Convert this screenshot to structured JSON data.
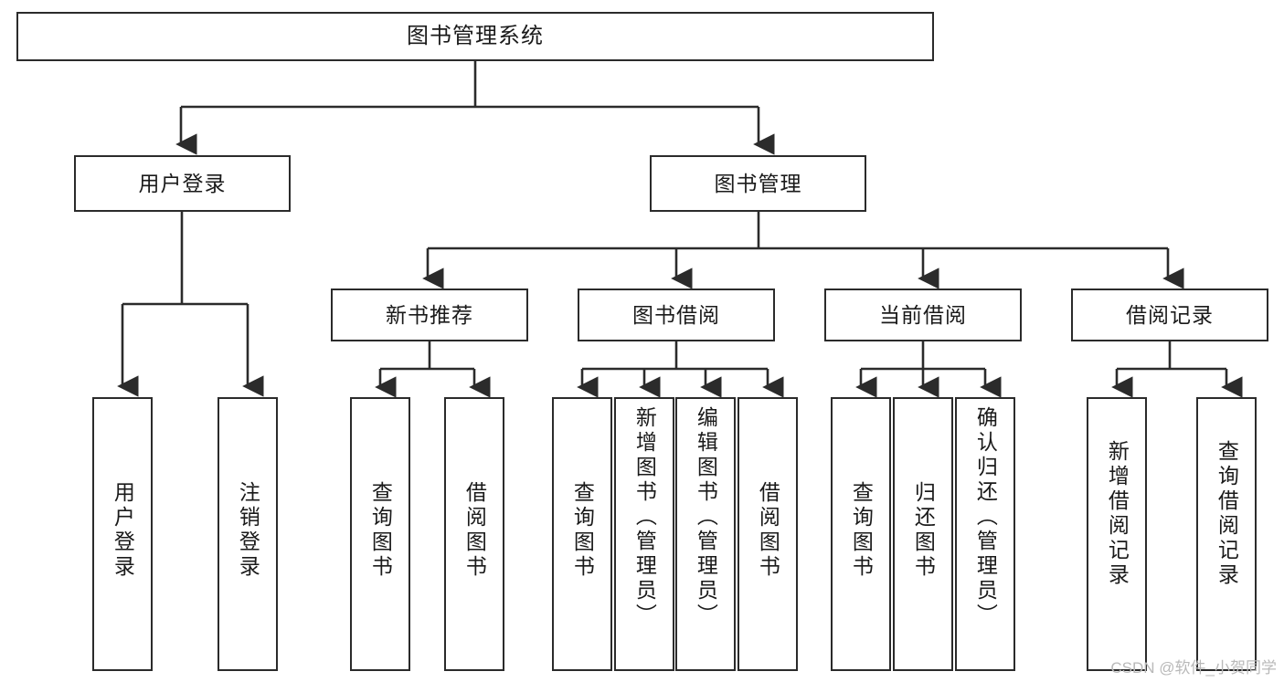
{
  "diagram": {
    "type": "tree-hierarchy",
    "title": "图书管理系统",
    "watermark": "CSDN @软件_小贺同学",
    "colors": {
      "box_border": "#2b2b2b",
      "box_fill": "#ffffff",
      "connector": "#2b2b2b",
      "text": "#1a1a1a",
      "watermark": "#b9b9b9"
    },
    "nodes": {
      "root": {
        "label": "图书管理系统"
      },
      "level2": [
        {
          "id": "user-login",
          "label": "用户登录"
        },
        {
          "id": "book-manage",
          "label": "图书管理"
        }
      ],
      "level3": [
        {
          "id": "new-book-recommend",
          "label": "新书推荐"
        },
        {
          "id": "book-borrow",
          "label": "图书借阅"
        },
        {
          "id": "current-borrow",
          "label": "当前借阅"
        },
        {
          "id": "borrow-record",
          "label": "借阅记录"
        }
      ],
      "leaves": [
        {
          "id": "leaf-user-login",
          "label": "用户登录"
        },
        {
          "id": "leaf-logout-login",
          "label": "注销登录"
        },
        {
          "id": "leaf-query-book-1",
          "label": "查询图书"
        },
        {
          "id": "leaf-borrow-book-1",
          "label": "借阅图书"
        },
        {
          "id": "leaf-query-book-2",
          "label": "查询图书"
        },
        {
          "id": "leaf-add-book",
          "label": "新增图书（管理员）"
        },
        {
          "id": "leaf-edit-book",
          "label": "编辑图书（管理员）"
        },
        {
          "id": "leaf-borrow-book-2",
          "label": "借阅图书"
        },
        {
          "id": "leaf-query-book-3",
          "label": "查询图书"
        },
        {
          "id": "leaf-return-book",
          "label": "归还图书"
        },
        {
          "id": "leaf-confirm-return",
          "label": "确认归还（管理员）"
        },
        {
          "id": "leaf-add-borrow-record",
          "label": "新增借阅记录"
        },
        {
          "id": "leaf-query-borrow-record",
          "label": "查询借阅记录"
        }
      ]
    }
  }
}
